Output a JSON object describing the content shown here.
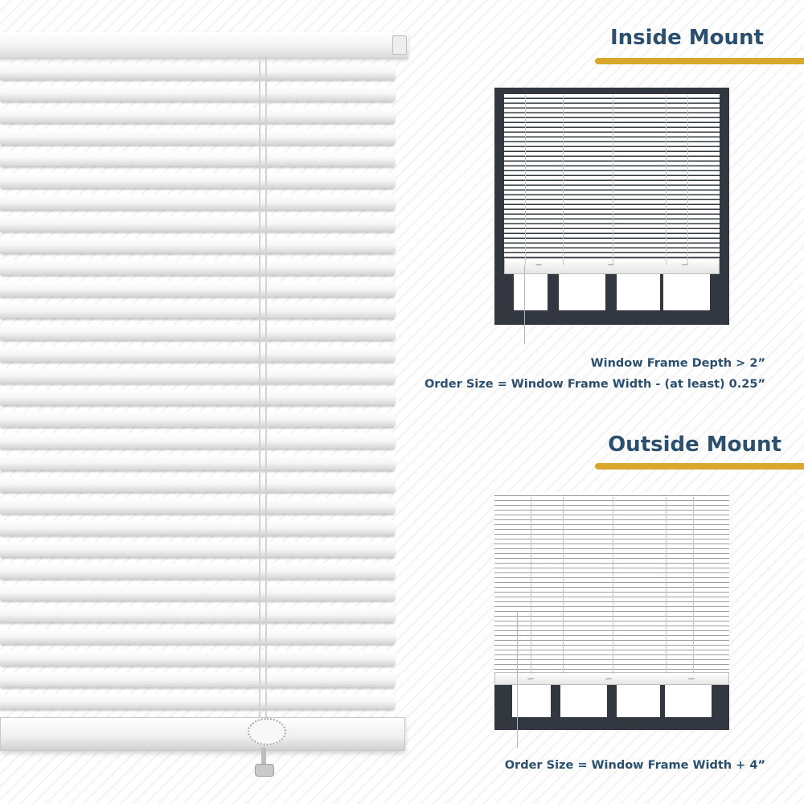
{
  "inside_mount": {
    "title": "Inside Mount",
    "frame_depth_note": "Window Frame Depth > 2”",
    "order_size_note": "Order Size = Window Frame Width - (at least) 0.25”"
  },
  "outside_mount": {
    "title": "Outside Mount",
    "order_size_note": "Order Size = Window Frame Width + 4”"
  },
  "colors": {
    "heading_text": "#2b4f6e",
    "accent_bar": "#d8a72b",
    "window_frame": "#333840",
    "blind": "#ffffff"
  },
  "icons": {
    "blind": "horizontal-blind-icon",
    "window": "window-frame-icon"
  }
}
